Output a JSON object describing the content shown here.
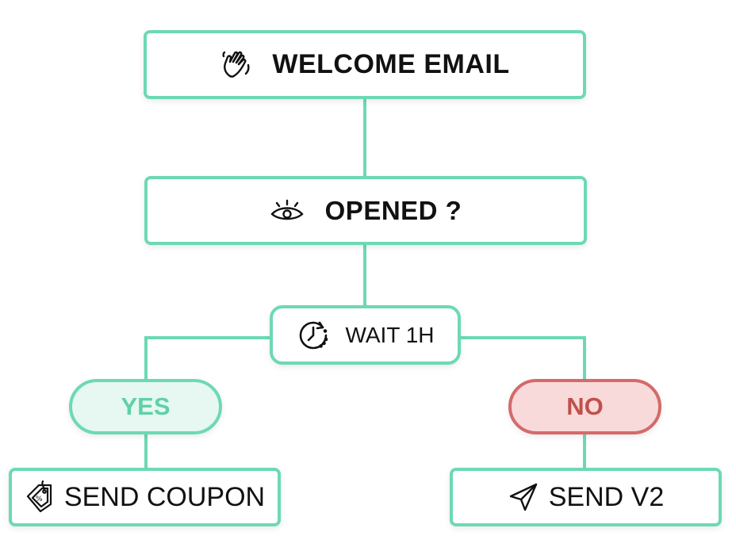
{
  "diagram": {
    "colors": {
      "accent": "#6dd9b4",
      "yes_fill": "#e6f8f1",
      "yes_text": "#5fd1a9",
      "no_border": "#d46a6a",
      "no_fill": "#f9dada",
      "no_text": "#c0504d"
    },
    "nodes": {
      "welcome": {
        "label": "WELCOME EMAIL",
        "icon": "waving-hand-icon"
      },
      "opened": {
        "label": "OPENED ?",
        "icon": "eye-icon"
      },
      "wait": {
        "label": "WAIT 1H",
        "icon": "clock-icon"
      },
      "yes": {
        "label": "YES"
      },
      "no": {
        "label": "NO"
      },
      "coupon": {
        "label": "SEND COUPON",
        "icon": "discount-tag-icon"
      },
      "v2": {
        "label": "SEND V2",
        "icon": "paper-plane-icon"
      }
    }
  }
}
